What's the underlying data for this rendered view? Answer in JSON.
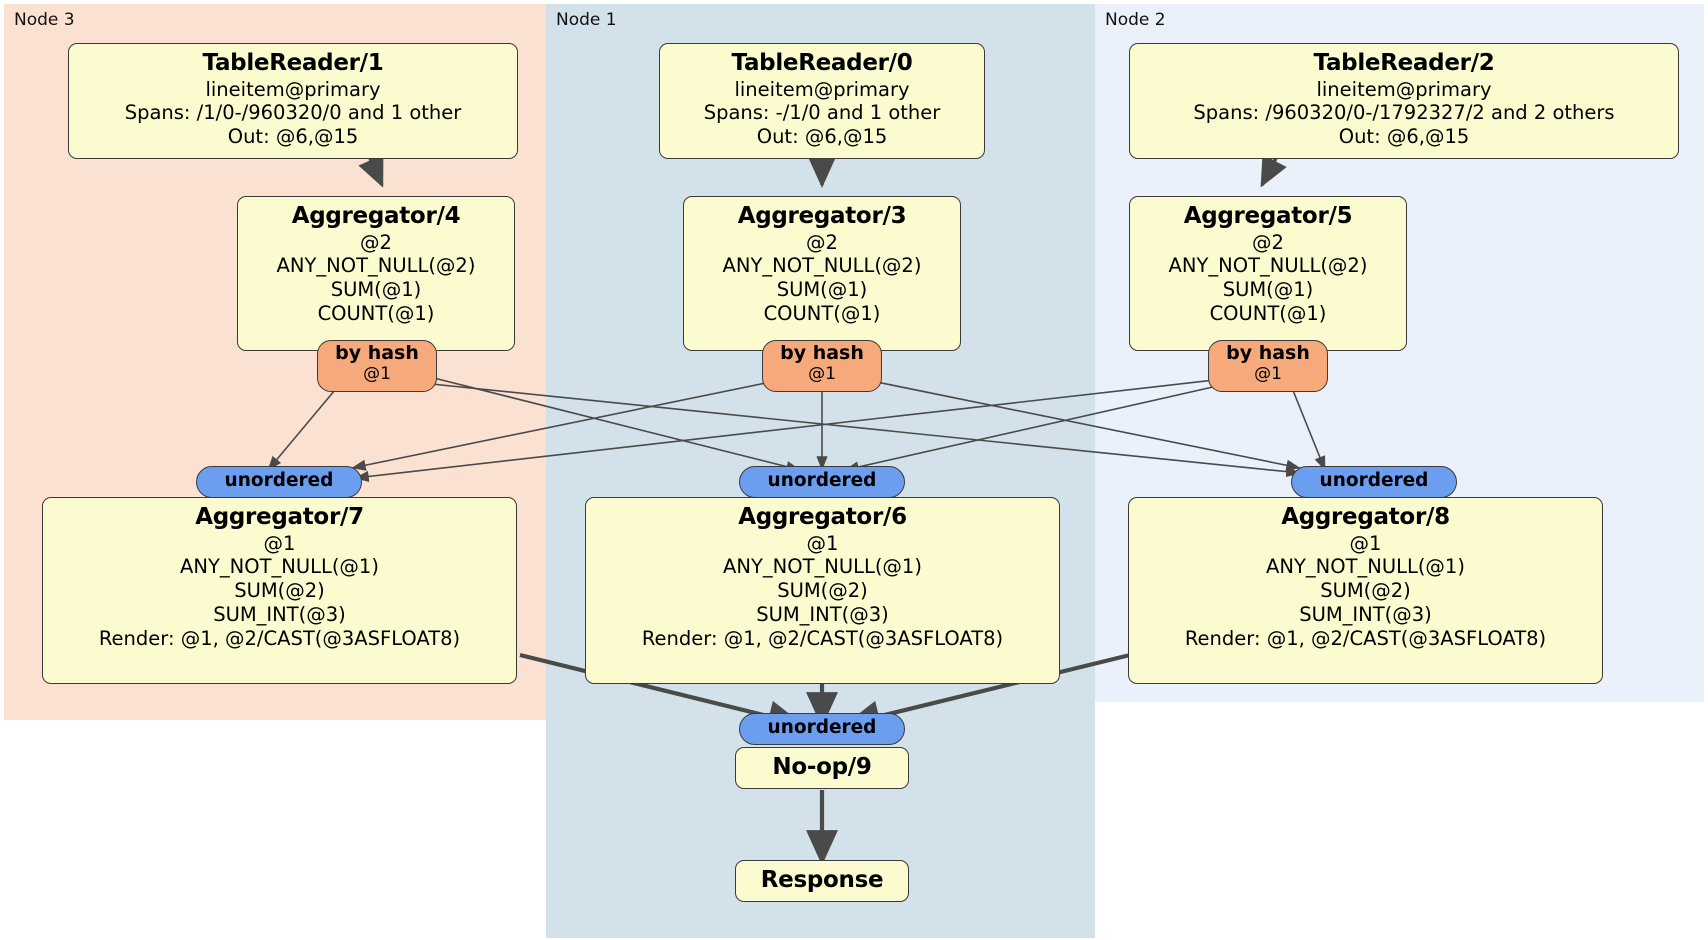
{
  "diagram": {
    "type": "distributed-query-plan",
    "panels": [
      {
        "id": "node3",
        "label": "Node 3",
        "color": "#fbe1d2"
      },
      {
        "id": "node1",
        "label": "Node 1",
        "color": "#d3e1ea"
      },
      {
        "id": "node2",
        "label": "Node 2",
        "color": "#ebf1fb"
      }
    ],
    "nodes": {
      "table_reader_1": {
        "title": "TableReader/1",
        "lines": [
          "lineitem@primary",
          "Spans: /1/0-/960320/0 and 1 other",
          "Out: @6,@15"
        ]
      },
      "table_reader_0": {
        "title": "TableReader/0",
        "lines": [
          "lineitem@primary",
          "Spans: -/1/0 and 1 other",
          "Out: @6,@15"
        ]
      },
      "table_reader_2": {
        "title": "TableReader/2",
        "lines": [
          "lineitem@primary",
          "Spans: /960320/0-/1792327/2 and 2 others",
          "Out: @6,@15"
        ]
      },
      "aggregator_4": {
        "title": "Aggregator/4",
        "lines": [
          "@2",
          "ANY_NOT_NULL(@2)",
          "SUM(@1)",
          "COUNT(@1)"
        ]
      },
      "aggregator_3": {
        "title": "Aggregator/3",
        "lines": [
          "@2",
          "ANY_NOT_NULL(@2)",
          "SUM(@1)",
          "COUNT(@1)"
        ]
      },
      "aggregator_5": {
        "title": "Aggregator/5",
        "lines": [
          "@2",
          "ANY_NOT_NULL(@2)",
          "SUM(@1)",
          "COUNT(@1)"
        ]
      },
      "aggregator_7": {
        "title": "Aggregator/7",
        "lines": [
          "@1",
          "ANY_NOT_NULL(@1)",
          "SUM(@2)",
          "SUM_INT(@3)",
          "Render: @1, @2/CAST(@3ASFLOAT8)"
        ]
      },
      "aggregator_6": {
        "title": "Aggregator/6",
        "lines": [
          "@1",
          "ANY_NOT_NULL(@1)",
          "SUM(@2)",
          "SUM_INT(@3)",
          "Render: @1, @2/CAST(@3ASFLOAT8)"
        ]
      },
      "aggregator_8": {
        "title": "Aggregator/8",
        "lines": [
          "@1",
          "ANY_NOT_NULL(@1)",
          "SUM(@2)",
          "SUM_INT(@3)",
          "Render: @1, @2/CAST(@3ASFLOAT8)"
        ]
      },
      "noop_9": {
        "title": "No-op/9"
      },
      "response": {
        "title": "Response"
      }
    },
    "routers": {
      "hash_left": {
        "label": "by hash",
        "column": "@1"
      },
      "hash_center": {
        "label": "by hash",
        "column": "@1"
      },
      "hash_right": {
        "label": "by hash",
        "column": "@1"
      }
    },
    "synchronizers": {
      "unordered_left": {
        "label": "unordered"
      },
      "unordered_center": {
        "label": "unordered"
      },
      "unordered_right": {
        "label": "unordered"
      },
      "unordered_final": {
        "label": "unordered"
      }
    },
    "colors": {
      "processor_box": "#fbfbcf",
      "hash_router": "#f6a97b",
      "synchronizer": "#6c9ef0",
      "edge": "#4a4a4a",
      "node3_panel": "#fbe1d2",
      "node1_panel": "#d3e1ea",
      "node2_panel": "#ebf1fb"
    }
  }
}
